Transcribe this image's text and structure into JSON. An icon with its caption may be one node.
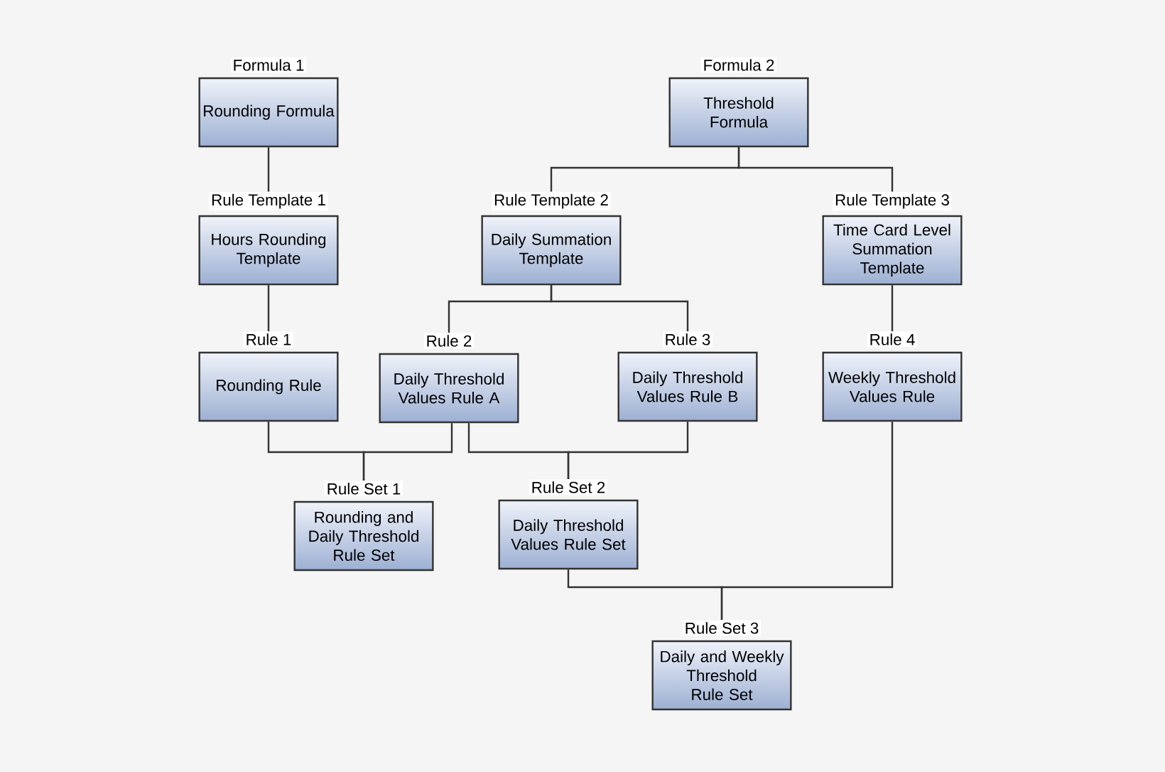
{
  "diagram": {
    "nodes": [
      {
        "text": [
          "Formula 1",
          "Rounding Formula"
        ]
      },
      {
        "text": [
          "Formula 2",
          "Threshold Formula"
        ]
      },
      {
        "text": [
          "Rule Template 1",
          "Hours Rounding Template"
        ]
      },
      {
        "text": [
          "Rule Template 2",
          "Daily Summation Template"
        ]
      },
      {
        "text": [
          "Rule Template 3",
          "Time Card Level Summation Template"
        ]
      },
      {
        "text": [
          "Rule 1",
          "Rounding Rule"
        ]
      },
      {
        "text": [
          "Rule 2",
          "Daily Threshold Values Rule A"
        ]
      },
      {
        "text": [
          "Rule 3",
          "Daily Threshold Values Rule B"
        ]
      },
      {
        "text": [
          "Rule 4",
          "Weekly Threshold Values Rule"
        ]
      },
      {
        "text": [
          "Rule Set 1",
          "Rounding and Daily Threshold Rule Set"
        ]
      },
      {
        "text": [
          "Rule Set 2",
          "Daily Threshold Values Rule Set"
        ]
      },
      {
        "text": [
          "Rule Set 3",
          "Daily and Weekly Threshold Rule Set"
        ]
      }
    ],
    "edges": [
      {
        "from": 0,
        "to": 2,
        "arrow": "none"
      },
      {
        "from": 1,
        "to": 3,
        "arrow": "none"
      },
      {
        "from": 1,
        "to": 4,
        "arrow": "none"
      },
      {
        "from": 2,
        "to": 5,
        "arrow": "none"
      },
      {
        "from": 3,
        "to": 6,
        "arrow": "none"
      },
      {
        "from": 3,
        "to": 7,
        "arrow": "none"
      },
      {
        "from": 4,
        "to": 8,
        "arrow": "none"
      },
      {
        "from": 5,
        "to": 9,
        "arrow": "none"
      },
      {
        "from": 6,
        "to": 9,
        "arrow": "none"
      },
      {
        "from": 6,
        "to": 10,
        "arrow": "none"
      },
      {
        "from": 7,
        "to": 10,
        "arrow": "none"
      },
      {
        "from": 10,
        "to": 11,
        "arrow": "none"
      },
      {
        "from": 8,
        "to": 11,
        "arrow": "none"
      }
    ]
  }
}
